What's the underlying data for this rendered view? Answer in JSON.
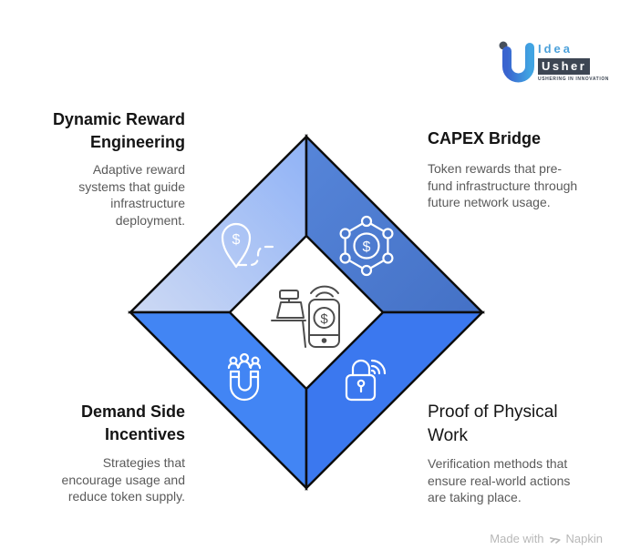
{
  "logo": {
    "brand_line1": "Idea",
    "brand_line2": "Usher",
    "tagline": "USHERING IN INNOVATION",
    "accent": "#4ba0da",
    "dark": "#3d4653",
    "mark_color_left": "#3964cf",
    "mark_color_right": "#41a4e2"
  },
  "symbols": {
    "dollar": "$"
  },
  "diamond": {
    "outline_color": "#0d0d0d",
    "center_icon": "pos-terminal-contactless-payment-icon"
  },
  "quadrants": {
    "top_left": {
      "title": "Dynamic Reward Engineering",
      "description": "Adaptive reward systems that guide infrastructure deployment.",
      "icon": "map-pin-dollar-icon",
      "color_from": "#cdd9f4",
      "color_to": "#8fb2f6"
    },
    "top_right": {
      "title": "CAPEX Bridge",
      "description": "Token rewards that pre-fund infrastructure through future network usage.",
      "icon": "hexagon-network-dollar-icon",
      "color": "#4c7ace",
      "color_from": "#5685d9",
      "color_to": "#4471c6"
    },
    "bottom_left": {
      "title": "Demand Side Incentives",
      "description": "Strategies that encourage usage and reduce token supply.",
      "icon": "magnet-people-icon",
      "color": "#4285f4"
    },
    "bottom_right": {
      "title": "Proof of Physical Work",
      "description": "Verification methods that ensure real-world actions are taking place.",
      "icon": "padlock-signal-icon",
      "color": "#3b78ef"
    }
  },
  "footer": {
    "label": "Made with",
    "brand": "Napkin"
  }
}
